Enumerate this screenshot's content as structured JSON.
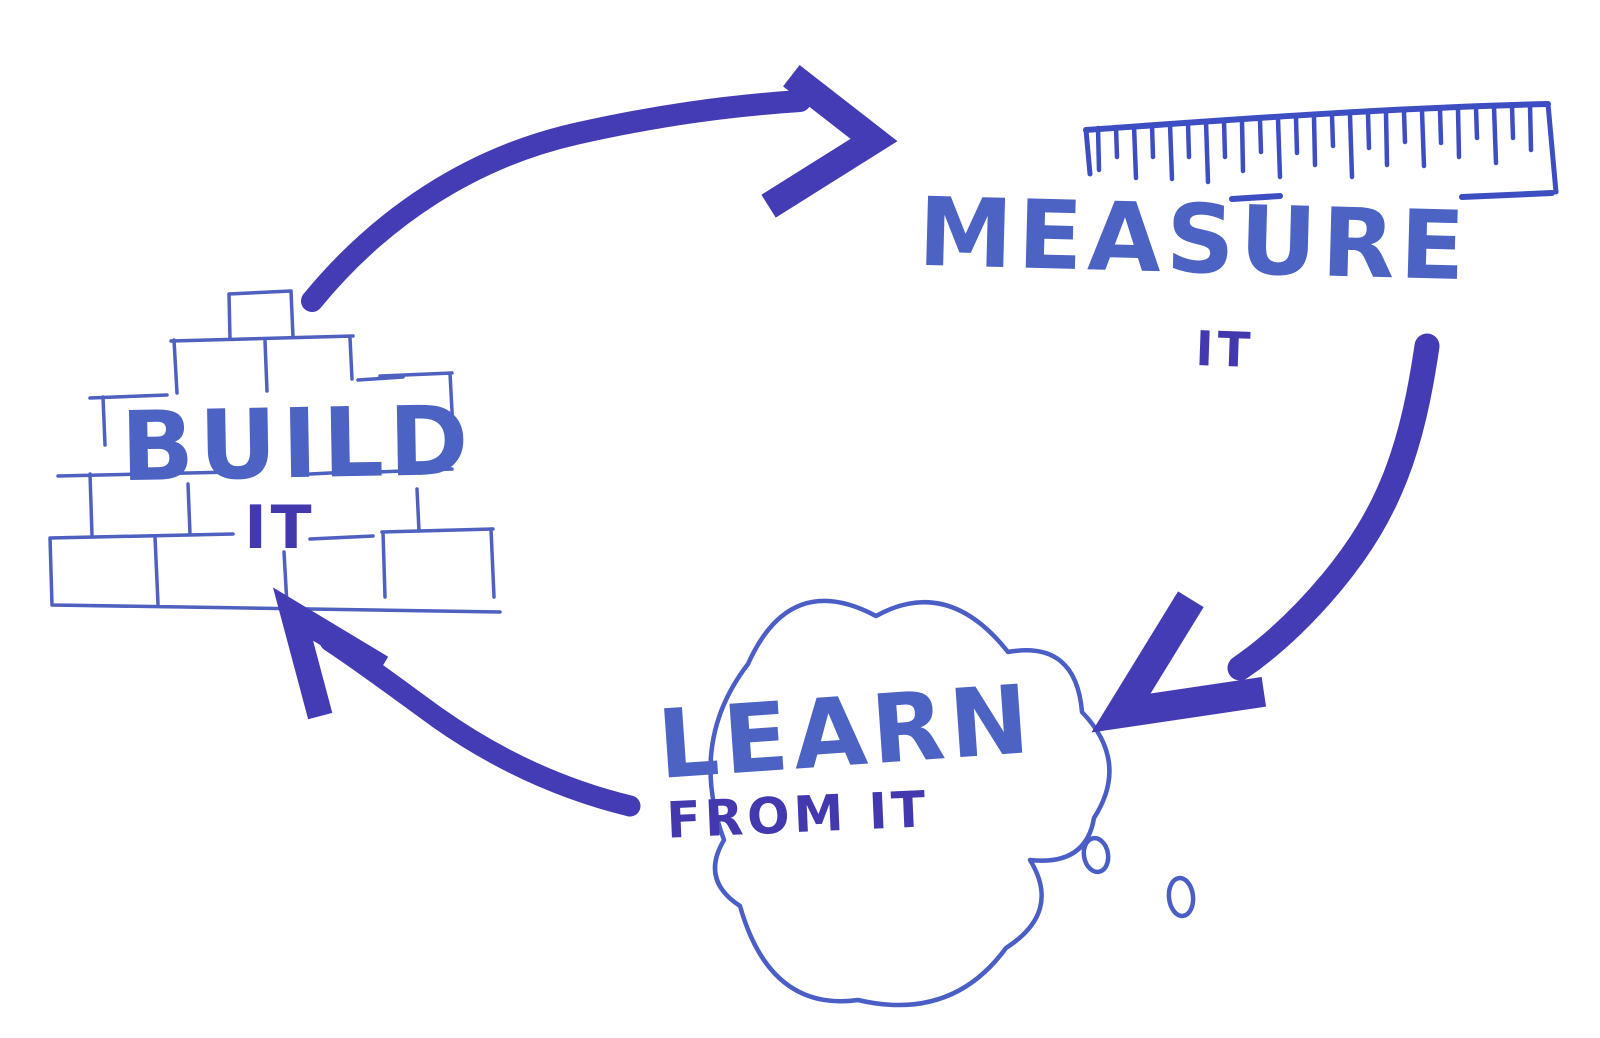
{
  "colors": {
    "background": "#ffffff",
    "heading_ink": "#4c63c3",
    "sub_ink": "#4338ae",
    "arrow_ink": "#443cb4",
    "outline_ink": "#4e60c0",
    "cloud_ink": "#4a5ec6",
    "ruler_ink": "#3d4ec2"
  },
  "nodes": {
    "build": {
      "label": "BUILD",
      "sublabel": "IT",
      "icon": "brick-wall"
    },
    "measure": {
      "label": "MEASURE",
      "sublabel": "IT",
      "icon": "ruler"
    },
    "learn": {
      "label": "LEARN",
      "sublabel": "FROM IT",
      "icon": "thought-cloud"
    }
  },
  "arrows": [
    {
      "from": "BUILD",
      "to": "MEASURE"
    },
    {
      "from": "MEASURE",
      "to": "LEARN"
    },
    {
      "from": "LEARN",
      "to": "BUILD"
    }
  ]
}
